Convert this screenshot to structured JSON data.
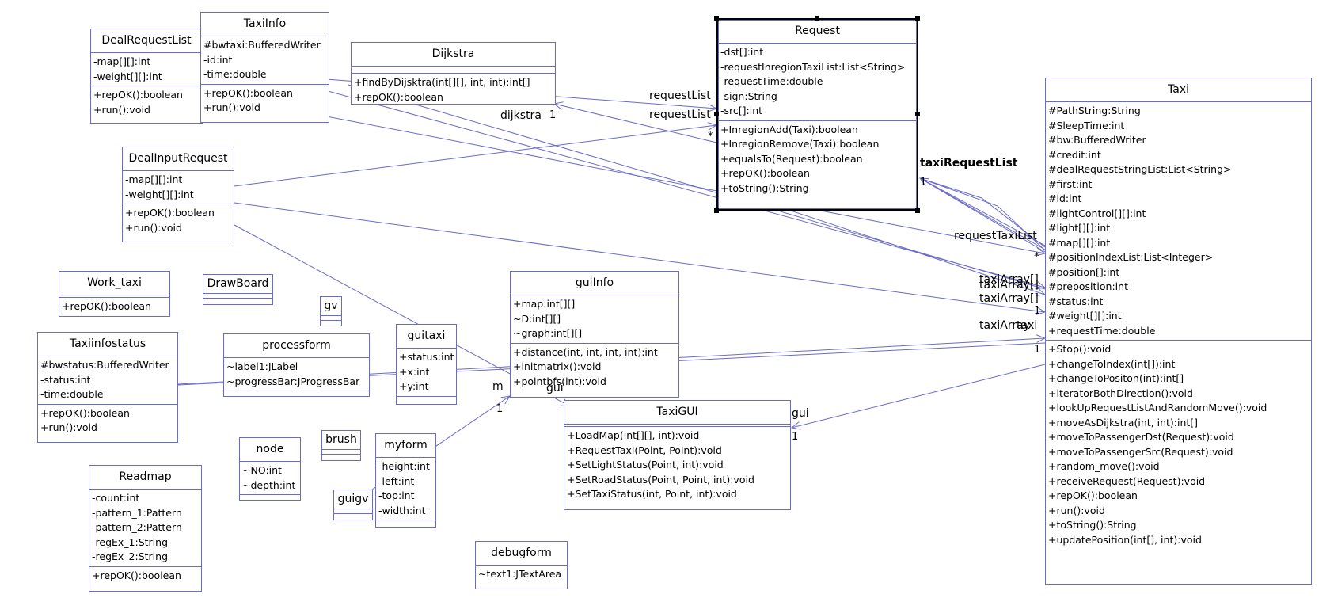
{
  "diagram": {
    "type": "UML class diagram",
    "colors": {
      "line": "#6a6ac8",
      "border": "#6a6ac8",
      "text": "#000000",
      "background": "#ffffff"
    }
  },
  "classes": {
    "DealRequestList": {
      "name": "DealRequestList",
      "attributes": [
        "-map[][]:int",
        "-weight[][]:int"
      ],
      "operations": [
        "+repOK():boolean",
        "+run():void"
      ]
    },
    "TaxiInfo": {
      "name": "TaxiInfo",
      "attributes": [
        "#bwtaxi:BufferedWriter",
        "-id:int",
        "-time:double"
      ],
      "operations": [
        "+repOK():boolean",
        "+run():void"
      ]
    },
    "Dijkstra": {
      "name": "Dijkstra",
      "attributes": [],
      "operations": [
        "+findByDijsktra(int[][], int, int):int[]",
        "+repOK():boolean"
      ]
    },
    "Request": {
      "name": "Request",
      "attributes": [
        "-dst[]:int",
        "-requestInregionTaxiList:List<String>",
        "-requestTime:double",
        "-sign:String",
        "-src[]:int"
      ],
      "operations": [
        "+InregionAdd(Taxi):boolean",
        "+InregionRemove(Taxi):boolean",
        "+equalsTo(Request):boolean",
        "+repOK():boolean",
        "+toString():String"
      ]
    },
    "Taxi": {
      "name": "Taxi",
      "attributes": [
        "#PathString:String",
        "#SleepTime:int",
        "#bw:BufferedWriter",
        "#credit:int",
        "#dealRequestStringList:List<String>",
        "#first:int",
        "#id:int",
        "#lightControl[][]:int",
        "#light[][]:int",
        "#map[][]:int",
        "#positionIndexList:List<Integer>",
        "#position[]:int",
        "#preposition:int",
        "#status:int",
        "#weight[][]:int",
        "+requestTime:double"
      ],
      "operations": [
        "+Stop():void",
        "+changeToIndex(int[]):int",
        "+changeToPositon(int):int[]",
        "+iteratorBothDirection():void",
        "+lookUpRequestListAndRandomMove():void",
        "+moveAsDijkstra(int, int):int[]",
        "+moveToPassengerDst(Request):void",
        "+moveToPassengerSrc(Request):void",
        "+random_move():void",
        "+receiveRequest(Request):void",
        "+repOK():boolean",
        "+run():void",
        "+toString():String",
        "+updatePosition(int[], int):void"
      ]
    },
    "DealInputRequest": {
      "name": "DealInputRequest",
      "attributes": [
        "-map[][]:int",
        "-weight[][]:int"
      ],
      "operations": [
        "+repOK():boolean",
        "+run():void"
      ]
    },
    "Work_taxi": {
      "name": "Work_taxi",
      "attributes": [],
      "operations": [
        "+repOK():boolean"
      ]
    },
    "DrawBoard": {
      "name": "DrawBoard",
      "attributes": [],
      "operations": []
    },
    "gv": {
      "name": "gv",
      "attributes": [],
      "operations": []
    },
    "Taxiinfostatus": {
      "name": "Taxiinfostatus",
      "attributes": [
        "#bwstatus:BufferedWriter",
        "-status:int",
        "-time:double"
      ],
      "operations": [
        "+repOK():boolean",
        "+run():void"
      ]
    },
    "processform": {
      "name": "processform",
      "attributes": [
        "~label1:JLabel",
        "~progressBar:JProgressBar"
      ],
      "operations": []
    },
    "guitaxi": {
      "name": "guitaxi",
      "attributes": [
        "+status:int",
        "+x:int",
        "+y:int"
      ],
      "operations": []
    },
    "guiInfo": {
      "name": "guiInfo",
      "attributes": [
        "+map:int[][]",
        "~D:int[][]",
        "~graph:int[][]"
      ],
      "operations": [
        "+distance(int, int, int, int):int",
        "+initmatrix():void",
        "+pointbfs(int):void"
      ]
    },
    "TaxiGUI": {
      "name": "TaxiGUI",
      "attributes": [],
      "operations": [
        "+LoadMap(int[][], int):void",
        "+RequestTaxi(Point, Point):void",
        "+SetLightStatus(Point, int):void",
        "+SetRoadStatus(Point, Point, int):void",
        "+SetTaxiStatus(int, Point, int):void"
      ]
    },
    "node": {
      "name": "node",
      "attributes": [
        "~NO:int",
        "~depth:int"
      ],
      "operations": []
    },
    "brush": {
      "name": "brush",
      "attributes": [],
      "operations": []
    },
    "myform": {
      "name": "myform",
      "attributes": [
        "-height:int",
        "-left:int",
        "-top:int",
        "-width:int"
      ],
      "operations": []
    },
    "guigv": {
      "name": "guigv",
      "attributes": [],
      "operations": []
    },
    "Readmap": {
      "name": "Readmap",
      "attributes": [
        "-count:int",
        "-pattern_1:Pattern",
        "-pattern_2:Pattern",
        "-regEx_1:String",
        "-regEx_2:String"
      ],
      "operations": [
        "+repOK():boolean"
      ]
    },
    "debugform": {
      "name": "debugform",
      "attributes": [
        "~text1:JTextArea"
      ],
      "operations": []
    }
  },
  "association_labels": {
    "requestList_1": "requestList",
    "requestList_2": "requestList",
    "dijkstra": "dijkstra",
    "dijkstra_mult": "1",
    "request_star": "*",
    "taxi_request_overlap": "taxiRequestList",
    "request_taxi_one": "1",
    "requestTaxiList": "requestTaxiList",
    "taxi_star": "*",
    "taxiArray_1": "taxiArray[]",
    "taxiArray_2": "taxiArray[]",
    "taxiArray_3": "taxiArray[]",
    "taxiArray_4": "taxiArray",
    "taxi_label": "taxi",
    "taxi_one": "1",
    "taxi_one_2": "1",
    "gui": "gui",
    "gui_one": "1",
    "gui_overlap": "gui",
    "m_label": "m",
    "m_one": "1"
  }
}
